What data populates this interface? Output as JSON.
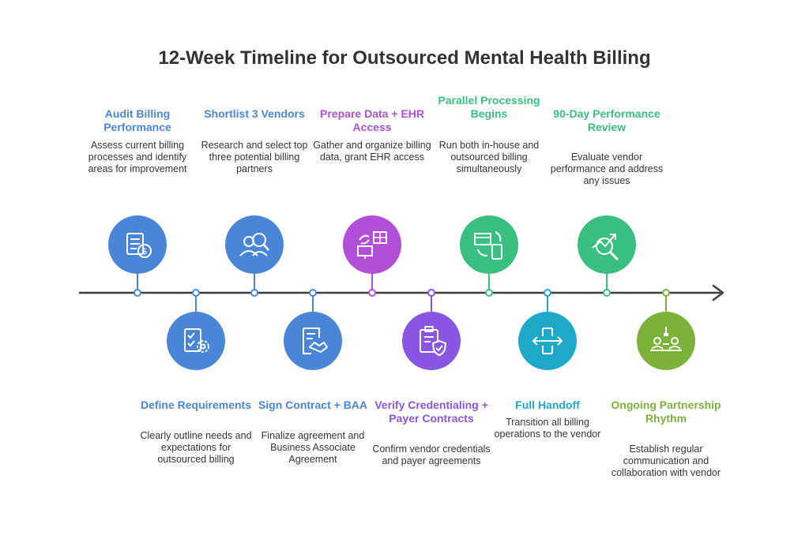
{
  "title": "12-Week Timeline for Outsourced Mental Health Billing",
  "milestones": [
    {
      "heading": "Audit Billing Performance",
      "description": "Assess current billing processes and identify areas for improvement",
      "color": "#4A86D8",
      "icon": "billing-audit-icon"
    },
    {
      "heading": "Define Requirements",
      "description": "Clearly outline needs and expectations for outsourced billing",
      "color": "#4A86D8",
      "icon": "requirements-checklist-icon"
    },
    {
      "heading": "Shortlist 3 Vendors",
      "description": "Research and select top three potential billing partners",
      "color": "#4A86D8",
      "icon": "vendor-search-icon"
    },
    {
      "heading": "Sign Contract + BAA",
      "description": "Finalize agreement and Business Associate Agreement",
      "color": "#4A86D8",
      "icon": "contract-handshake-icon"
    },
    {
      "heading": "Prepare Data + EHR Access",
      "description": "Gather and organize billing data, grant EHR access",
      "color": "#B14FD8",
      "icon": "data-sync-icon"
    },
    {
      "heading": "Verify Credentialing + Payer Contracts",
      "description": "Confirm vendor credentials and payer agreements",
      "color": "#8A55E0",
      "icon": "clipboard-shield-icon"
    },
    {
      "heading": "Parallel Processing Begins",
      "description": "Run both in-house and outsourced billing simultaneously",
      "color": "#39BF7F",
      "icon": "parallel-devices-icon"
    },
    {
      "heading": "Full Handoff",
      "description": "Transition all billing operations to the vendor",
      "color": "#1FA9C9",
      "icon": "transfer-arrows-icon"
    },
    {
      "heading": "90-Day Performance Review",
      "description": "Evaluate vendor performance and address any issues",
      "color": "#39BF7F",
      "icon": "performance-chart-icon"
    },
    {
      "heading": "Ongoing Partnership Rhythm",
      "description": "Establish regular communication and collaboration with vendor",
      "color": "#7BB23A",
      "icon": "team-meeting-icon"
    }
  ]
}
